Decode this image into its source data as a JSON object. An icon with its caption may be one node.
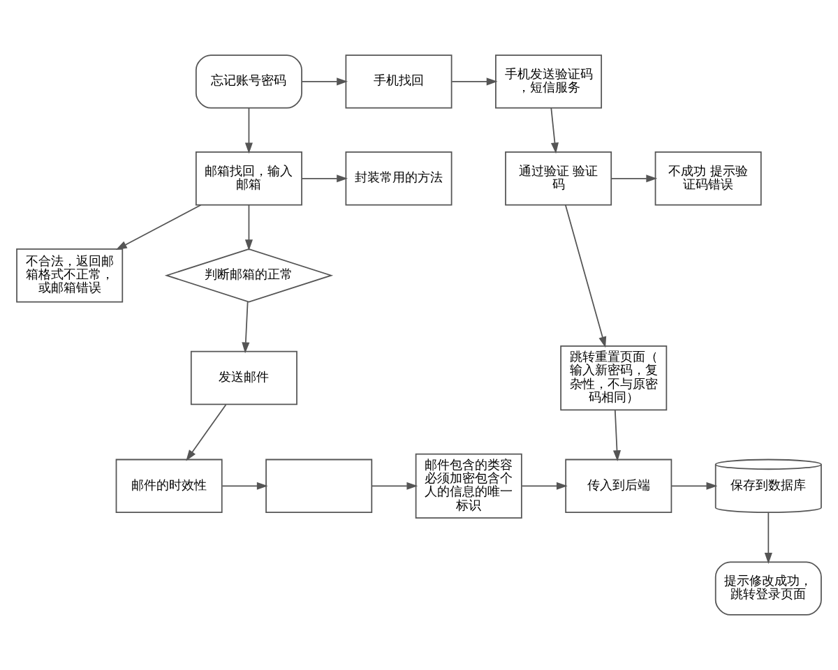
{
  "diagram": {
    "nodes": [
      {
        "text": [
          "忘记账号密码"
        ]
      },
      {
        "text": [
          "手机找回"
        ]
      },
      {
        "text": [
          "手机发送验证码，短信服务"
        ]
      },
      {
        "text": [
          "通过验证 验证码"
        ]
      },
      {
        "text": [
          "不成功 提示验证码错误"
        ]
      },
      {
        "text": [
          "跳转重置页面（输入新密码，复杂性，不与原密码相同）"
        ]
      },
      {
        "text": [
          "邮箱找回，输入邮箱"
        ]
      },
      {
        "text": [
          "封装常用的方法"
        ]
      },
      {
        "text": [
          "不合法，返回邮箱格式不正常，或邮箱错误"
        ]
      },
      {
        "text": [
          "判断邮箱的正常"
        ]
      },
      {
        "text": [
          "发送邮件"
        ]
      },
      {
        "text": [
          "邮件的时效性"
        ]
      },
      {
        "text": [],
        "shape": "box"
      },
      {
        "text": [
          "邮件包含的类容必须加密包含个人的信息的唯一标识"
        ]
      },
      {
        "text": [
          "传入到后端"
        ]
      },
      {
        "text": [
          "保存到数据库"
        ]
      },
      {
        "text": [
          "提示修改成功，跳转登录页面"
        ]
      }
    ],
    "edges": [
      {
        "from": 0,
        "to": 1,
        "arrow": "to"
      },
      {
        "from": 1,
        "to": 2,
        "arrow": "to"
      },
      {
        "from": 2,
        "to": 3,
        "arrow": "to"
      },
      {
        "from": 3,
        "to": 4,
        "arrow": "to"
      },
      {
        "from": 3,
        "to": 5,
        "arrow": "to"
      },
      {
        "from": 5,
        "to": 14,
        "arrow": "to"
      },
      {
        "from": 0,
        "to": 6,
        "arrow": "to"
      },
      {
        "from": 6,
        "to": 7,
        "arrow": "to"
      },
      {
        "from": 6,
        "to": 8,
        "arrow": "to"
      },
      {
        "from": 6,
        "to": 9,
        "arrow": "to"
      },
      {
        "from": 9,
        "to": 10,
        "arrow": "to"
      },
      {
        "from": 10,
        "to": 11,
        "arrow": "to"
      },
      {
        "from": 11,
        "to": 12,
        "arrow": "to"
      },
      {
        "from": 12,
        "to": 13,
        "arrow": "to"
      },
      {
        "from": 13,
        "to": 14,
        "arrow": "to"
      },
      {
        "from": 14,
        "to": 15,
        "arrow": "to"
      },
      {
        "from": 15,
        "to": 16,
        "arrow": "to"
      }
    ]
  }
}
